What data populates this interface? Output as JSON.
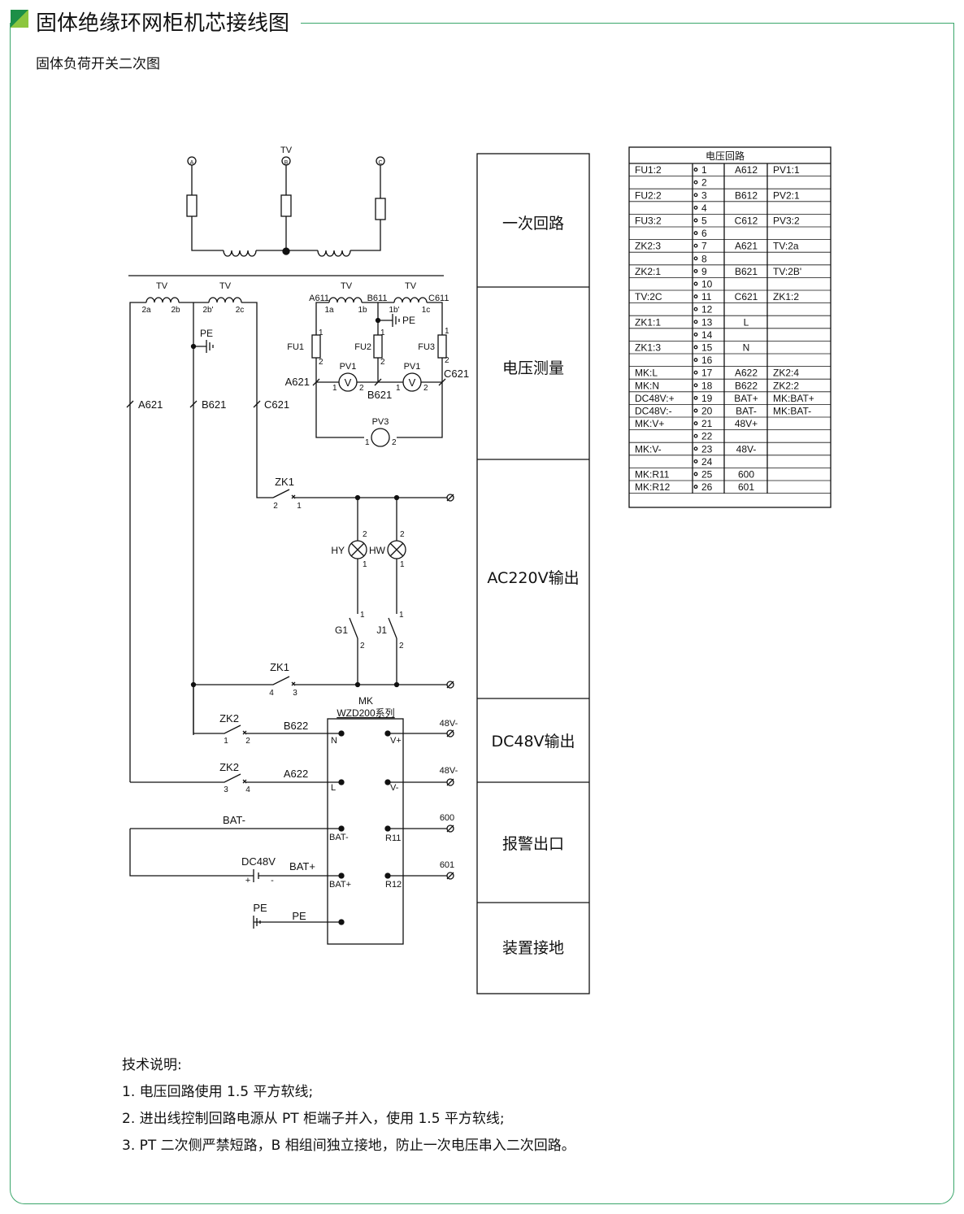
{
  "title": "固体绝缘环网柜机芯接线图",
  "subtitle": "固体负荷开关二次图",
  "sections": [
    "一次回路",
    "电压测量",
    "AC220V输出",
    "DC48V输出",
    "报警出口",
    "装置接地"
  ],
  "terminal_table": {
    "title": "电压回路",
    "rows": [
      {
        "left": "FU1:2",
        "num": "1",
        "mid": "A612",
        "right": "PV1:1"
      },
      {
        "left": "",
        "num": "2",
        "mid": "",
        "right": ""
      },
      {
        "left": "FU2:2",
        "num": "3",
        "mid": "B612",
        "right": "PV2:1"
      },
      {
        "left": "",
        "num": "4",
        "mid": "",
        "right": ""
      },
      {
        "left": "FU3:2",
        "num": "5",
        "mid": "C612",
        "right": "PV3:2"
      },
      {
        "left": "",
        "num": "6",
        "mid": "",
        "right": ""
      },
      {
        "left": "ZK2:3",
        "num": "7",
        "mid": "A621",
        "right": "TV:2a"
      },
      {
        "left": "",
        "num": "8",
        "mid": "",
        "right": ""
      },
      {
        "left": "ZK2:1",
        "num": "9",
        "mid": "B621",
        "right": "TV:2B'"
      },
      {
        "left": "",
        "num": "10",
        "mid": "",
        "right": ""
      },
      {
        "left": "TV:2C",
        "num": "11",
        "mid": "C621",
        "right": "ZK1:2"
      },
      {
        "left": "",
        "num": "12",
        "mid": "",
        "right": ""
      },
      {
        "left": "ZK1:1",
        "num": "13",
        "mid": "L",
        "right": ""
      },
      {
        "left": "",
        "num": "14",
        "mid": "",
        "right": ""
      },
      {
        "left": "ZK1:3",
        "num": "15",
        "mid": "N",
        "right": ""
      },
      {
        "left": "",
        "num": "16",
        "mid": "",
        "right": ""
      },
      {
        "left": "MK:L",
        "num": "17",
        "mid": "A622",
        "right": "ZK2:4"
      },
      {
        "left": "MK:N",
        "num": "18",
        "mid": "B622",
        "right": "ZK2:2"
      },
      {
        "left": "DC48V:+",
        "num": "19",
        "mid": "BAT+",
        "right": "MK:BAT+"
      },
      {
        "left": "DC48V:-",
        "num": "20",
        "mid": "BAT-",
        "right": "MK:BAT-"
      },
      {
        "left": "MK:V+",
        "num": "21",
        "mid": "48V+",
        "right": ""
      },
      {
        "left": "",
        "num": "22",
        "mid": "",
        "right": ""
      },
      {
        "left": "MK:V-",
        "num": "23",
        "mid": "48V-",
        "right": ""
      },
      {
        "left": "",
        "num": "24",
        "mid": "",
        "right": ""
      },
      {
        "left": "MK:R11",
        "num": "25",
        "mid": "600",
        "right": ""
      },
      {
        "left": "MK:R12",
        "num": "26",
        "mid": "601",
        "right": ""
      }
    ]
  },
  "labels": {
    "phase_a": "A",
    "phase_b": "B",
    "phase_c": "C",
    "tv_top": "TV",
    "tv": "TV",
    "a2": "2a",
    "b2": "2b",
    "b2p": "2b'",
    "c2": "2c",
    "pe": "PE",
    "a611": "A611",
    "b611": "B611",
    "c611": "C611",
    "t1a": "1a",
    "t1b": "1b",
    "t1bp": "1b'",
    "t1c": "1c",
    "fu1": "FU1",
    "fu2": "FU2",
    "fu3": "FU3",
    "n1": "1",
    "n2": "2",
    "pv1": "PV1",
    "pv3": "PV3",
    "v": "V",
    "a621": "A621",
    "b621": "B621",
    "c621": "C621",
    "zk1": "ZK1",
    "zk2": "ZK2",
    "hy": "HY",
    "hw": "HW",
    "g1": "G1",
    "j1": "J1",
    "n3": "3",
    "n4": "4",
    "mk": "MK",
    "wzd": "WZD200系列",
    "b622": "B622",
    "a622": "A622",
    "bat_minus": "BAT-",
    "bat_plus": "BAT+",
    "dc48v": "DC48V",
    "plus": "+",
    "minus": "-",
    "t_n": "N",
    "t_l": "L",
    "t_vp": "V+",
    "t_vm": "V-",
    "t_r11": "R11",
    "t_r12": "R12",
    "out_48v_p": "48V-",
    "out_48v_m": "48V-",
    "out_600": "600",
    "out_601": "601"
  },
  "notes": {
    "heading": "技术说明:",
    "items": [
      "1.  电压回路使用 1.5 平方软线;",
      "2.  进出线控制回路电源从 PT 柜端子并入，使用 1.5 平方软线;",
      "3.  PT 二次侧严禁短路，B 相组间独立接地，防止一次电压串入二次回路。"
    ]
  },
  "colors": {
    "accent": "#3aa66a",
    "line": "#111111"
  }
}
